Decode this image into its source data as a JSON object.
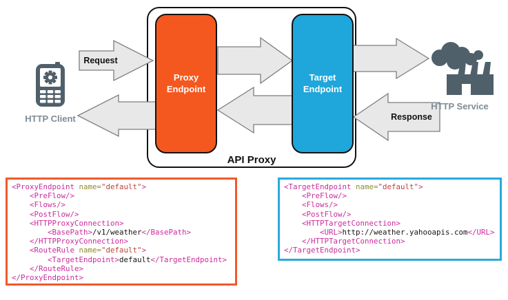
{
  "diagram": {
    "api_proxy_label": "API Proxy",
    "proxy_endpoint_label": "Proxy Endpoint",
    "target_endpoint_label": "Target Endpoint",
    "request_label": "Request",
    "response_label": "Response",
    "http_client_label": "HTTP Client",
    "http_service_label": "HTTP Service"
  },
  "colors": {
    "proxy_endpoint": "#F4581F",
    "target_endpoint": "#1FA6DB",
    "arrow_fill": "#E8E8E8",
    "arrow_stroke": "#7D7D7D",
    "icon": "#50606B",
    "icon_label": "#7E8C95",
    "xml_tag": "#CB2B9C",
    "xml_attr": "#8E8B30",
    "xml_value": "#BE4238",
    "xml_text": "#141414"
  },
  "code_blocks": [
    {
      "name": "proxy-endpoint-xml",
      "border_color": "#F0592B",
      "lines": [
        [
          {
            "t": "tag",
            "v": "<ProxyEndpoint"
          },
          {
            "t": "text",
            "v": " "
          },
          {
            "t": "attr",
            "v": "name="
          },
          {
            "t": "val",
            "v": "\"default\""
          },
          {
            "t": "tag",
            "v": ">"
          }
        ],
        [
          {
            "t": "tag",
            "v": "    <PreFlow/>"
          }
        ],
        [
          {
            "t": "tag",
            "v": "    <Flows/>"
          }
        ],
        [
          {
            "t": "tag",
            "v": "    <PostFlow/>"
          }
        ],
        [
          {
            "t": "tag",
            "v": "    <HTTPProxyConnection>"
          }
        ],
        [
          {
            "t": "tag",
            "v": "        <BasePath>"
          },
          {
            "t": "text",
            "v": "/v1/weather"
          },
          {
            "t": "tag",
            "v": "</BasePath>"
          }
        ],
        [
          {
            "t": "tag",
            "v": "    </HTTPProxyConnection>"
          }
        ],
        [
          {
            "t": "tag",
            "v": "    <RouteRule"
          },
          {
            "t": "text",
            "v": " "
          },
          {
            "t": "attr",
            "v": "name="
          },
          {
            "t": "val",
            "v": "\"default\""
          },
          {
            "t": "tag",
            "v": ">"
          }
        ],
        [
          {
            "t": "tag",
            "v": "        <TargetEndpoint>"
          },
          {
            "t": "text",
            "v": "default"
          },
          {
            "t": "tag",
            "v": "</TargetEndpoint>"
          }
        ],
        [
          {
            "t": "tag",
            "v": "    </RouteRule>"
          }
        ],
        [
          {
            "t": "tag",
            "v": "</ProxyEndpoint>"
          }
        ]
      ]
    },
    {
      "name": "target-endpoint-xml",
      "border_color": "#29A9DC",
      "lines": [
        [
          {
            "t": "tag",
            "v": "<TargetEndpoint"
          },
          {
            "t": "text",
            "v": " "
          },
          {
            "t": "attr",
            "v": "name="
          },
          {
            "t": "val",
            "v": "\"default\""
          },
          {
            "t": "tag",
            "v": ">"
          }
        ],
        [
          {
            "t": "tag",
            "v": "    <PreFlow/>"
          }
        ],
        [
          {
            "t": "tag",
            "v": "    <Flows/>"
          }
        ],
        [
          {
            "t": "tag",
            "v": "    <PostFlow/>"
          }
        ],
        [
          {
            "t": "tag",
            "v": "    <HTTPTargetConnection>"
          }
        ],
        [
          {
            "t": "tag",
            "v": "        <URL>"
          },
          {
            "t": "text",
            "v": "http://weather.yahooapis.com"
          },
          {
            "t": "tag",
            "v": "</URL>"
          }
        ],
        [
          {
            "t": "tag",
            "v": "    </HTTPTargetConnection>"
          }
        ],
        [
          {
            "t": "tag",
            "v": "</TargetEndpoint>"
          }
        ]
      ]
    }
  ]
}
